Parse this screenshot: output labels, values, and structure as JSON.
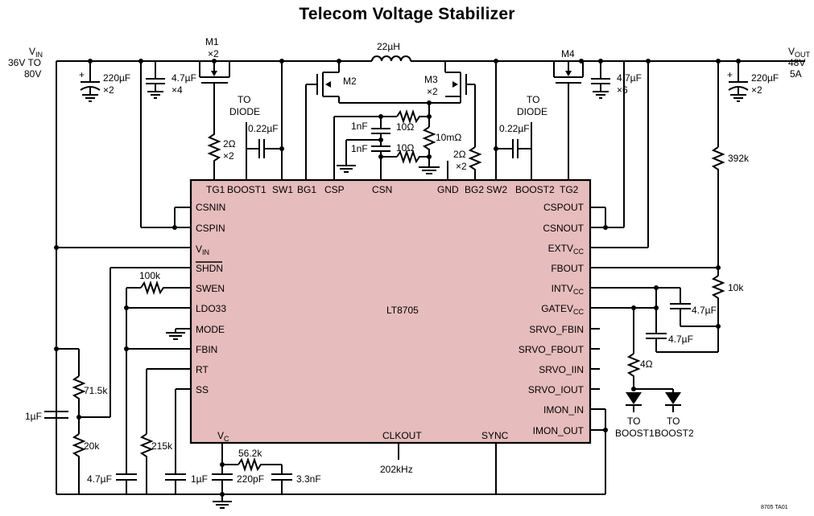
{
  "title": "Telecom Voltage Stabilizer",
  "ic": {
    "name": "LT8705",
    "top_pins": [
      "TG1",
      "BOOST1",
      "SW1",
      "BG1",
      "CSP",
      "CSN",
      "GND",
      "BG2",
      "SW2",
      "BOOST2",
      "TG2"
    ],
    "left_pins": [
      "CSNIN",
      "CSPIN",
      "VIN",
      "SHDN",
      "SWEN",
      "LDO33",
      "MODE",
      "FBIN",
      "RT",
      "SS"
    ],
    "right_pins": [
      "CSPOUT",
      "CSNOUT",
      "EXTVCC",
      "FBOUT",
      "INTVCC",
      "GATEVCC",
      "SRVO_FBIN",
      "SRVO_FBOUT",
      "SRVO_IIN",
      "SRVO_IOUT",
      "IMON_IN",
      "IMON_OUT"
    ],
    "bottom_pins": [
      "VC",
      "CLKOUT",
      "SYNC"
    ]
  },
  "labels": {
    "vin_main": "V",
    "vin_sub": "IN",
    "vin_range1": "36V TO",
    "vin_range2": "80V",
    "vout_main": "V",
    "vout_sub": "OUT",
    "vout_v": "48V",
    "vout_a": "5A",
    "c_in_bulk": "220µF",
    "c_in_bulk_mult": "×2",
    "c_in_cer": "4.7µF",
    "c_in_cer_mult": "×4",
    "m1": "M1",
    "m1_mult": "×2",
    "to1": "TO",
    "diode1": "DIODE",
    "r_gate1": "2Ω",
    "r_gate1_mult": "×2",
    "c_boost1": "0.22µF",
    "inductor": "22µH",
    "m2": "M2",
    "m3": "M3",
    "m3_mult": "×2",
    "c_cs1": "1nF",
    "c_cs2": "1nF",
    "r_cs1": "10Ω",
    "r_cs2": "10Ω",
    "r_sense": "10mΩ",
    "r_gate2": "2Ω",
    "r_gate2_mult": "×2",
    "m4": "M4",
    "c_out_cer": "4.7µF",
    "c_out_cer_mult": "×6",
    "to2": "TO",
    "diode2": "DIODE",
    "c_boost2": "0.22µF",
    "c_out_bulk": "220µF",
    "c_out_bulk_mult": "×2",
    "r_fb_top": "392k",
    "r_fb_bot": "10k",
    "c_intvcc": "4.7µF",
    "c_gatevcc": "4.7µF",
    "r_4ohm": "4Ω",
    "to_boost1_a": "TO",
    "to_boost1_b": "BOOST1",
    "to_boost2_a": "TO",
    "to_boost2_b": "BOOST2",
    "r_swen": "100k",
    "r_fbin_top": "71.5k",
    "r_fbin_bot": "20k",
    "c_vin": "1µF",
    "c_ldo": "4.7µF",
    "r_rt": "215k",
    "c_ss": "1µF",
    "r_vc": "56.2k",
    "c_vc1": "220pF",
    "c_vc2": "3.3nF",
    "clk_freq": "202kHz",
    "footer_code": "8705 TA01"
  }
}
